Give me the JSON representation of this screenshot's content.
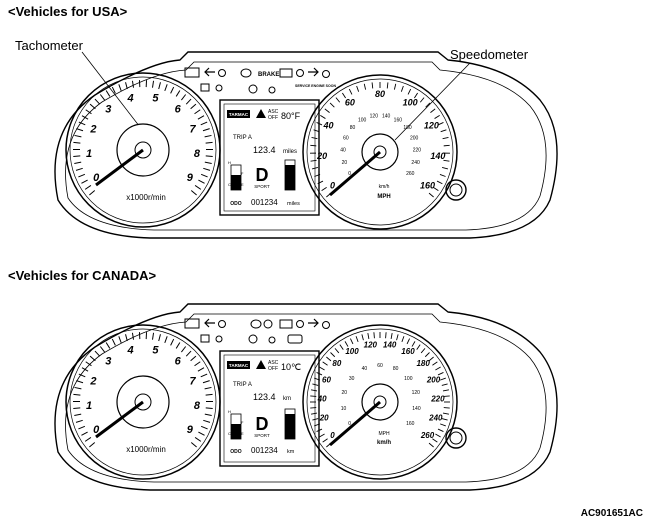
{
  "usa": {
    "heading": "<Vehicles for USA>",
    "tachometer_label": "Tachometer",
    "speedometer_label": "Speedometer",
    "tach": {
      "numbers": [
        "0",
        "1",
        "2",
        "3",
        "4",
        "5",
        "6",
        "7",
        "8",
        "9"
      ],
      "unit": "x1000r/min"
    },
    "speedo": {
      "outer": [
        "0",
        "20",
        "40",
        "60",
        "80",
        "100",
        "120",
        "140",
        "160"
      ],
      "inner": [
        "0",
        "20",
        "40",
        "60",
        "80",
        "100",
        "120",
        "140",
        "160",
        "180",
        "200",
        "220",
        "240",
        "260"
      ],
      "inner_unit": "km/h",
      "unit": "MPH"
    },
    "display": {
      "tarmac": "TARMAC",
      "asc": "ASC",
      "asc_off": "OFF",
      "temp": "80°F",
      "trip_label": "TRIP A",
      "trip_value": "123.4",
      "trip_unit": "miles",
      "fuel_f": "F",
      "fuel_e": "E",
      "temp_h": "H",
      "temp_c": "C",
      "gear": "D",
      "mode": "SPORT",
      "odo_prefix": "ODO",
      "odo_value": "001234",
      "odo_unit": "miles"
    },
    "warn_brake": "BRAKE",
    "warn_service": "SERVICE ENGINE SOON"
  },
  "canada": {
    "heading": "<Vehicles for CANADA>",
    "tach": {
      "numbers": [
        "0",
        "1",
        "2",
        "3",
        "4",
        "5",
        "6",
        "7",
        "8",
        "9"
      ],
      "unit": "x1000r/min"
    },
    "speedo": {
      "outer": [
        "0",
        "20",
        "40",
        "60",
        "80",
        "100",
        "120",
        "140",
        "160",
        "180",
        "200",
        "220",
        "240",
        "260"
      ],
      "inner": [
        "0",
        "10",
        "20",
        "30",
        "40",
        "60",
        "80",
        "100",
        "120",
        "140",
        "160"
      ],
      "inner_unit": "MPH",
      "unit": "km/h"
    },
    "display": {
      "tarmac": "TARMAC",
      "asc": "ASC",
      "asc_off": "OFF",
      "temp": "10℃",
      "trip_label": "TRIP A",
      "trip_value": "123.4",
      "trip_unit": "km",
      "fuel_f": "F",
      "fuel_e": "E",
      "temp_h": "H",
      "temp_c": "C",
      "gear": "D",
      "mode": "SPORT",
      "odo_prefix": "ODO",
      "odo_value": "001234",
      "odo_unit": "km"
    }
  },
  "figure_id": "AC901651AC"
}
